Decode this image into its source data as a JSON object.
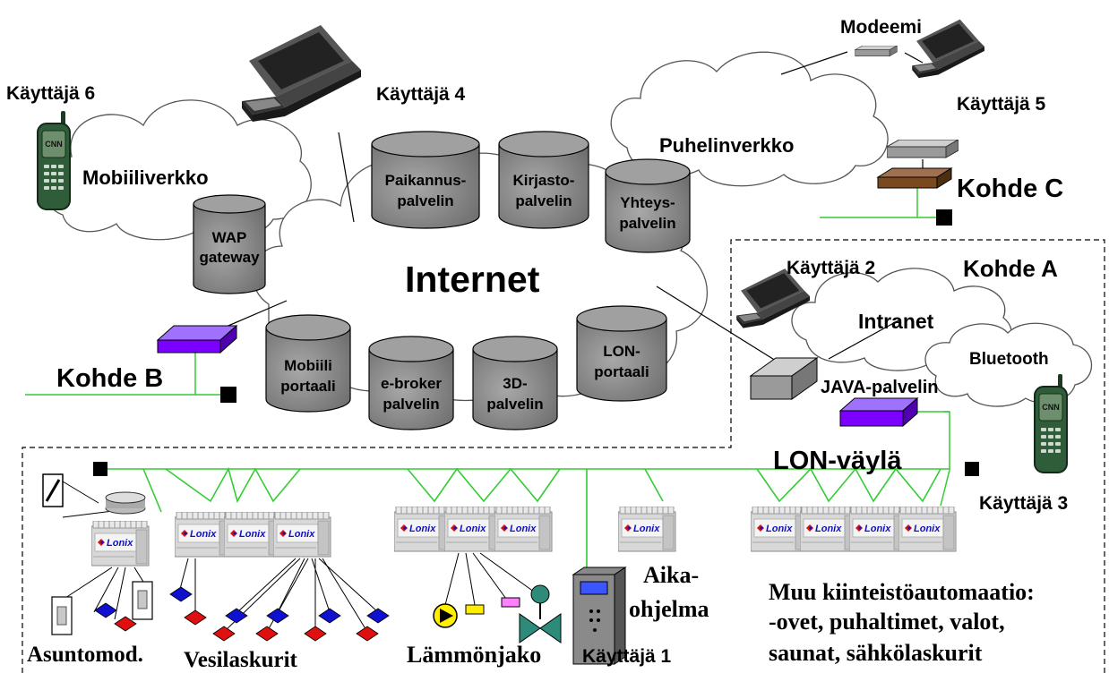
{
  "labels": {
    "kayttaja6": "Käyttäjä 6",
    "kayttaja4": "Käyttäjä 4",
    "modeemi": "Modeemi",
    "kayttaja5": "Käyttäjä 5",
    "mobiiliverkko": "Mobiiliverkko",
    "puhelinverkko": "Puhelinverkko",
    "kohde_c": "Kohde C",
    "internet": "Internet",
    "kayttaja2": "Käyttäjä 2",
    "kohde_a": "Kohde A",
    "intranet": "Intranet",
    "bluetooth": "Bluetooth",
    "java_palvelin": "JAVA-palvelin",
    "kohde_b": "Kohde B",
    "lon_vayla": "LON-väylä",
    "kayttaja3": "Käyttäjä 3",
    "aika_1": "Aika-",
    "aika_2": "ohjelma",
    "muu_1": "Muu kiinteistöautomaatio:",
    "muu_2": "-ovet, puhaltimet, valot,",
    "muu_3": "saunat, sähkölaskurit",
    "asuntomod": "Asuntomod.",
    "vesilaskurit": "Vesilaskurit",
    "lammonjako": "Lämmönjako",
    "kayttaja1": "Käyttäjä 1"
  },
  "servers": {
    "wap": [
      "WAP",
      "gateway"
    ],
    "paikannus": [
      "Paikannus-",
      "palvelin"
    ],
    "kirjasto": [
      "Kirjasto-",
      "palvelin"
    ],
    "yhteys": [
      "Yhteys-",
      "palvelin"
    ],
    "mobiili": [
      "Mobiili",
      "portaali"
    ],
    "ebroker": [
      "e-broker",
      "palvelin"
    ],
    "d3": [
      "3D-",
      "palvelin"
    ],
    "lon": [
      "LON-",
      "portaali"
    ]
  },
  "device_brand": "Lonix",
  "phone_logo": "CNN",
  "colors": {
    "cylinder": "#8a8a8a",
    "bus_green": "#33cc33",
    "router_purple": "#7b00ff",
    "router_brown": "#7a4a1e",
    "valve_teal": "#2e8b7a",
    "pump_yellow": "#ffee00",
    "counter_blue": "#1010d0",
    "counter_red": "#e01010",
    "phone_green": "#2f5d3a"
  }
}
